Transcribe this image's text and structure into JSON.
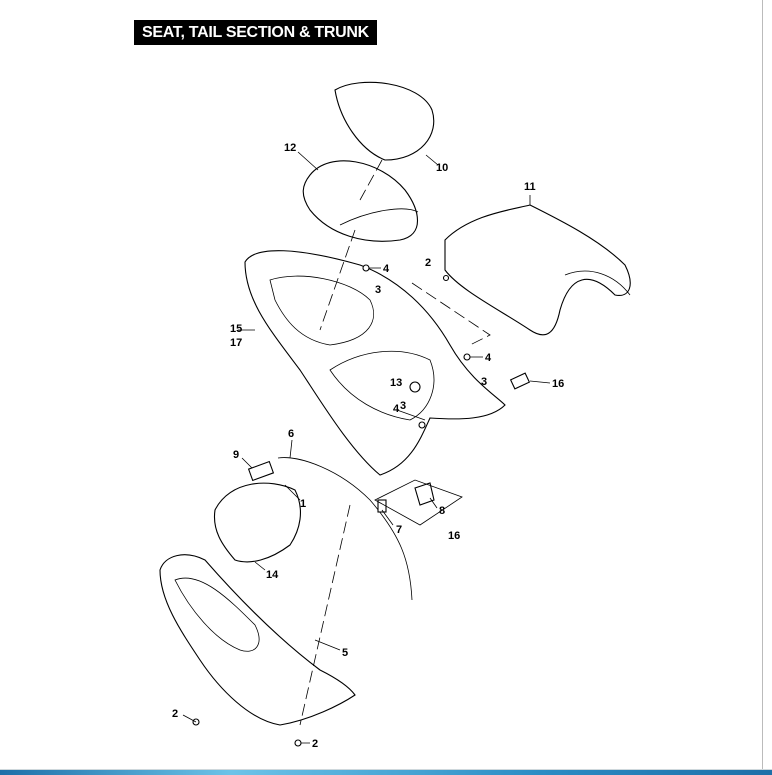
{
  "title": "SEAT, TAIL SECTION & TRUNK",
  "callouts": [
    {
      "id": "c12",
      "text": "12"
    },
    {
      "id": "c10",
      "text": "10"
    },
    {
      "id": "c11",
      "text": "11"
    },
    {
      "id": "c4a",
      "text": "4"
    },
    {
      "id": "c3a",
      "text": "3"
    },
    {
      "id": "c2a",
      "text": "2"
    },
    {
      "id": "c15",
      "text": "15"
    },
    {
      "id": "c17",
      "text": "17"
    },
    {
      "id": "c4b",
      "text": "4"
    },
    {
      "id": "c3b",
      "text": "3"
    },
    {
      "id": "c13",
      "text": "13"
    },
    {
      "id": "c3c",
      "text": "3"
    },
    {
      "id": "c16a",
      "text": "16"
    },
    {
      "id": "c4c",
      "text": "4"
    },
    {
      "id": "c6",
      "text": "6"
    },
    {
      "id": "c9",
      "text": "9"
    },
    {
      "id": "c1",
      "text": "1"
    },
    {
      "id": "c8",
      "text": "8"
    },
    {
      "id": "c7",
      "text": "7"
    },
    {
      "id": "c16b",
      "text": "16"
    },
    {
      "id": "c14",
      "text": "14"
    },
    {
      "id": "c5",
      "text": "5"
    },
    {
      "id": "c2b",
      "text": "2"
    },
    {
      "id": "c2c",
      "text": "2"
    }
  ]
}
